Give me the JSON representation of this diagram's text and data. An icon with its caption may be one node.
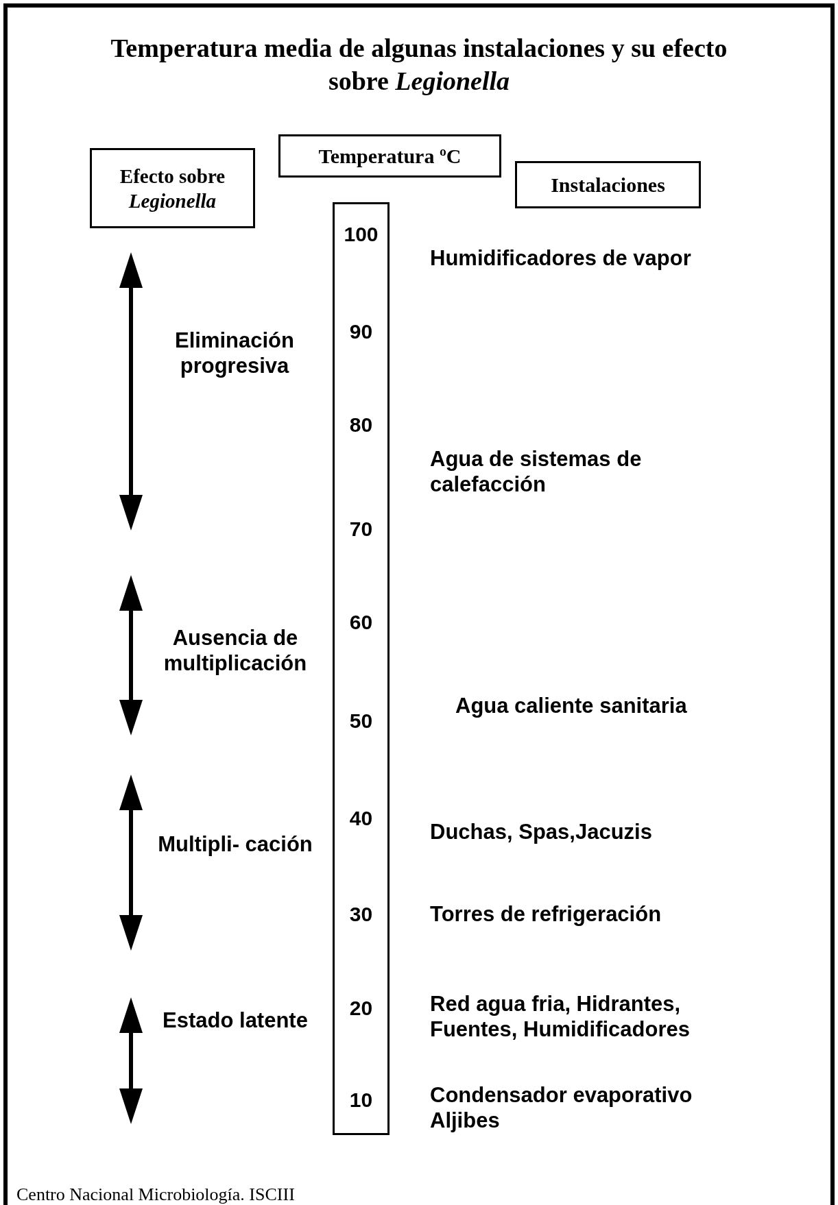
{
  "diagram": {
    "title": "Temperatura media de algunas instalaciones y su efecto sobre *Legionella*",
    "caption": "Centro Nacional Microbiología. ISCIII",
    "nodes": [
      {
        "text": [
          "Efecto sobre *Legionella*"
        ]
      },
      {
        "text": [
          "Temperatura ºC"
        ]
      },
      {
        "text": [
          "Instalaciones"
        ]
      },
      {
        "text": [
          "100",
          "90",
          "80",
          "70",
          "60",
          "50",
          "40",
          "30",
          "20",
          "10"
        ]
      }
    ],
    "edges": [],
    "labels": [
      "Eliminación progresiva",
      "Ausencia de multiplicación",
      "Multipli- cación",
      "Estado latente",
      "Humidificadores de vapor",
      "Agua de sistemas de calefacción",
      "Agua caliente sanitaria",
      "Duchas, Spas,Jacuzis",
      "Torres de refrigeración",
      "Red agua fria, Hidrantes, Fuentes, Humidificadores",
      "Condensador evaporativo Aljibes"
    ]
  }
}
